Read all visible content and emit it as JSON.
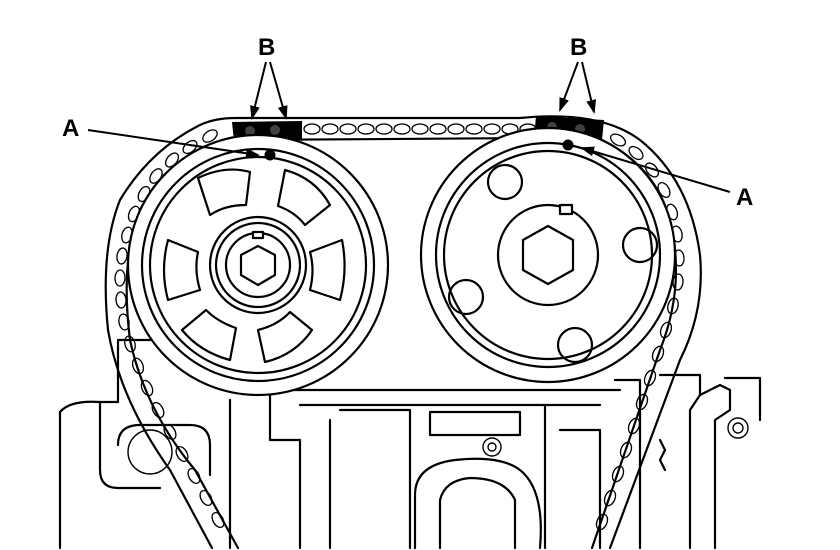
{
  "labels": {
    "a_left": "A",
    "a_right": "A",
    "b_left": "B",
    "b_right": "B"
  },
  "colors": {
    "ink": "#000000",
    "paper": "#ffffff"
  }
}
